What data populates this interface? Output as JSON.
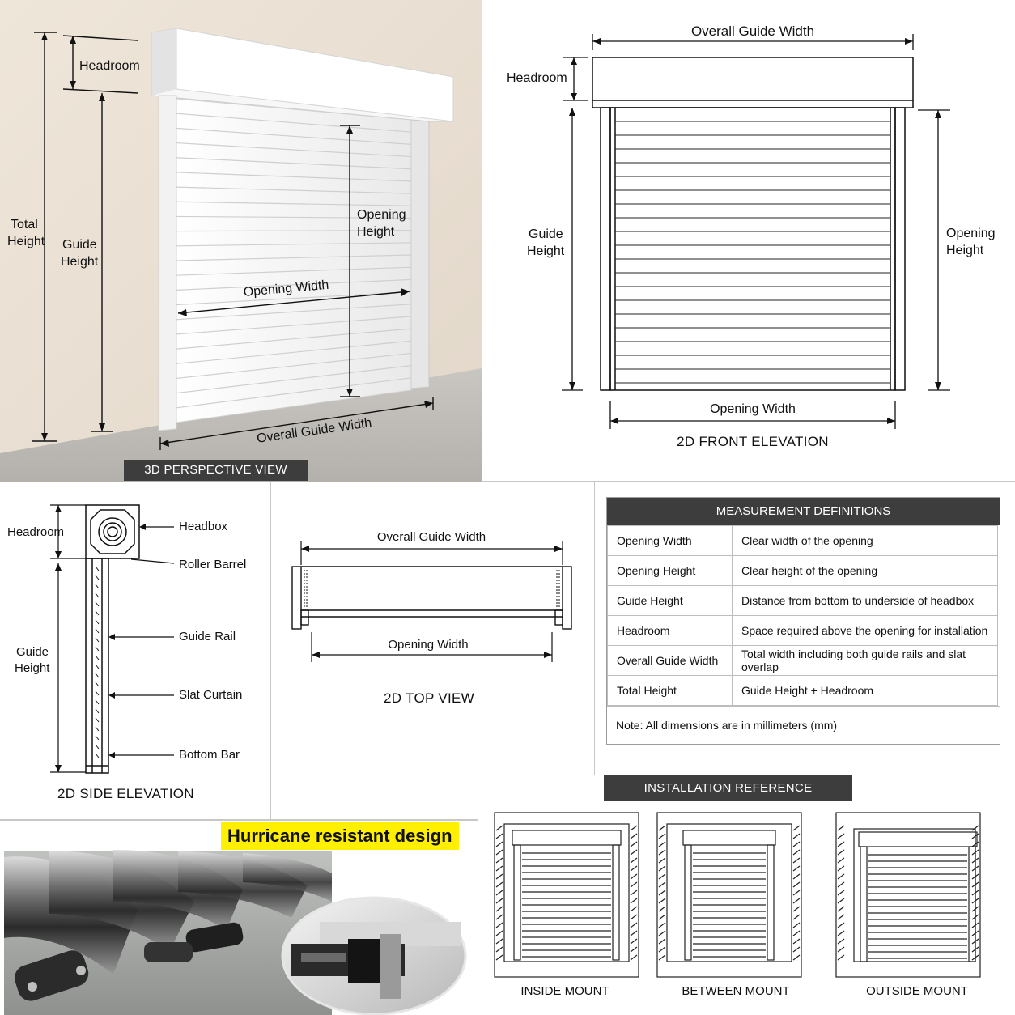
{
  "perspective": {
    "caption": "3D PERSPECTIVE VIEW",
    "headroom": "Headroom",
    "total_height": [
      "Total",
      "Height"
    ],
    "guide_height": [
      "Guide",
      "Height"
    ],
    "opening_height": [
      "Opening",
      "Height"
    ],
    "opening_width": "Opening Width",
    "overall_guide_width": "Overall Guide Width"
  },
  "front": {
    "caption": "2D FRONT ELEVATION",
    "overall_guide_width": "Overall Guide Width",
    "headroom": "Headroom",
    "guide_height": [
      "Guide",
      "Height"
    ],
    "opening_height": [
      "Opening",
      "Height"
    ],
    "opening_width": "Opening Width"
  },
  "side": {
    "caption": "2D SIDE ELEVATION",
    "headroom": "Headroom",
    "guide_height": [
      "Guide",
      "Height"
    ],
    "headbox": "Headbox",
    "roller_barrel": "Roller Barrel",
    "guide_rail": "Guide Rail",
    "slat_curtain": "Slat Curtain",
    "bottom_bar": "Bottom Bar"
  },
  "top": {
    "caption": "2D TOP VIEW",
    "overall_guide_width": "Overall Guide Width",
    "opening_width": "Opening Width"
  },
  "definitions": {
    "title": "MEASUREMENT DEFINITIONS",
    "rows": [
      {
        "term": "Opening Width",
        "definition": "Clear width of the opening"
      },
      {
        "term": "Opening Height",
        "definition": "Clear height of the opening"
      },
      {
        "term": "Guide Height",
        "definition": "Distance from bottom to underside of headbox"
      },
      {
        "term": "Headroom",
        "definition": "Space required above the opening for installation"
      },
      {
        "term": "Overall Guide Width",
        "definition": "Total width including both guide rails and slat overlap"
      },
      {
        "term": "Total Height",
        "definition": "Guide Height + Headroom"
      }
    ],
    "note": "Note: All dimensions are in millimeters (mm)"
  },
  "installation": {
    "title": "INSTALLATION REFERENCE",
    "mounts": [
      "INSIDE MOUNT",
      "BETWEEN MOUNT",
      "OUTSIDE MOUNT"
    ]
  },
  "photo": {
    "banner": "Hurricane resistant design",
    "banner_bg": "#ffef00"
  },
  "colors": {
    "caption_bg": "#3d3d3d",
    "line": "#222222",
    "wall": "#e9dfd2",
    "floor": "#bfbcb7"
  }
}
